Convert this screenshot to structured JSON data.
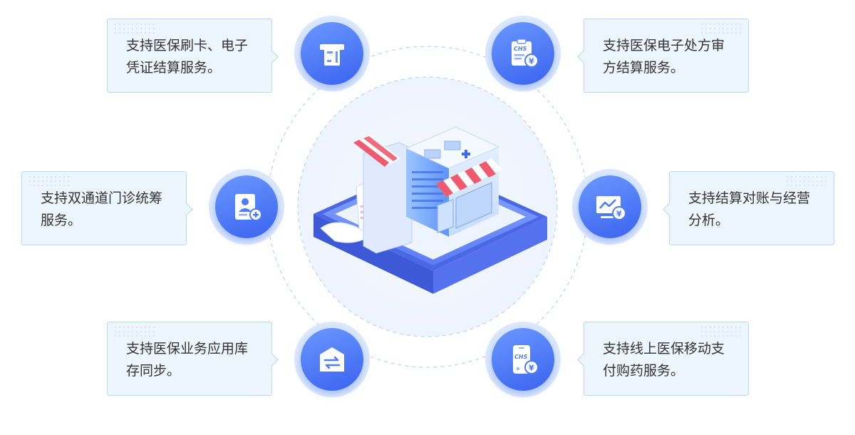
{
  "features": [
    {
      "id": "card-swipe",
      "text": "支持医保刷卡、电子凭证结算服务。",
      "icon": "card-swipe-icon"
    },
    {
      "id": "e-prescription",
      "text": "支持医保电子处方审方结算服务。",
      "icon": "chs-prescription-icon"
    },
    {
      "id": "dual-channel",
      "text": "支持双通道门诊统筹服务。",
      "icon": "doctor-badge-icon"
    },
    {
      "id": "reconciliation",
      "text": "支持结算对账与经营分析。",
      "icon": "analytics-monitor-icon"
    },
    {
      "id": "inventory-sync",
      "text": "支持医保业务应用库存同步。",
      "icon": "sync-arrows-icon"
    },
    {
      "id": "mobile-pay",
      "text": "支持线上医保移动支付购药服务。",
      "icon": "chs-mobile-pay-icon"
    }
  ],
  "center": {
    "icon": "pharmacy-store-illustration"
  },
  "badges": {
    "chs": "CHS",
    "yen": "¥"
  },
  "colors": {
    "accent": "#3a63ef",
    "accent_light": "#6a98ff",
    "card_bg": "#edf5ff",
    "card_border": "#bcd6f5",
    "awning_red": "#ef5a6f"
  }
}
